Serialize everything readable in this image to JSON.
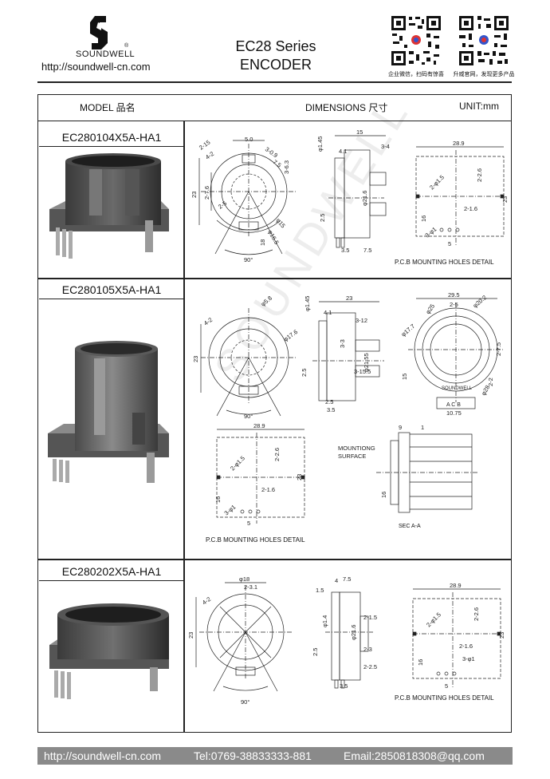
{
  "header": {
    "brand": "SOUNDWELL",
    "brand_reg": "®",
    "website": "http://soundwell-cn.com",
    "series": "EC28 Series",
    "product": "ENCODER",
    "qr1_caption": "企业微信，扫码有惊喜",
    "qr2_caption": "升威官网，发现更多产品"
  },
  "table_header": {
    "model": "MODEL 品名",
    "dimensions": "DIMENSIONS 尺寸",
    "unit": "UNIT:mm"
  },
  "watermark": "SOUNDWELL",
  "rows": [
    {
      "model": "EC280104X5A-HA1",
      "pcb_caption": "P.C.B MOUNTING HOLES DETAIL",
      "dims": {
        "d1": "5.0",
        "d2": "2-15",
        "d3": "4-2",
        "d4": "3-0.9",
        "d5": "7.5",
        "d6": "3-6.3",
        "d7": "23",
        "d8": "2-7.6",
        "d9": "2-5",
        "d10": "φ15",
        "d11": "φ16.5",
        "d12": "18",
        "d13": "90°",
        "s1": "φ1.45",
        "s2": "4.1",
        "s3": "15",
        "s4": "3-4",
        "s5": "2.5",
        "s6": "φ21.6",
        "s7": "3.5",
        "s8": "7.5",
        "p1": "28.9",
        "p2": "2-φ1.5",
        "p3": "2-2.6",
        "p4": "23",
        "p5": "2-1.6",
        "p6": "16",
        "p7": "3-φ1",
        "p8": "5"
      }
    },
    {
      "model": "EC280105X5A-HA1",
      "pcb_caption": "P.C.B MOUNTING HOLES DETAIL",
      "sec_caption": "SEC A-A",
      "mounting_label_1": "MOUNTIONG",
      "mounting_label_2": "SURFACE",
      "brand_mark": "SOUNDWELL",
      "pins": "A C B",
      "dims": {
        "d1": "φ5.8",
        "d2": "4-2",
        "d3": "φ17.6",
        "d4": "23",
        "d5": "90°",
        "s1": "φ1.45",
        "s2": "4.1",
        "s3": "23",
        "s4": "3-12",
        "s5": "3-3",
        "s6": "φ21.55",
        "s7": "3-15.5",
        "s8": "2.5",
        "s9": "2.5",
        "s10": "3.5",
        "f1": "29.5",
        "f2": "2-5",
        "f3": "φ25",
        "f4": "φ20.2",
        "f5": "φ17.7",
        "f6": "2-7.5",
        "f7": "2-2",
        "f8": "15",
        "f9": "φ28",
        "f10": "10.75",
        "p1": "28.9",
        "p2": "2-φ1.5",
        "p3": "2-2.6",
        "p4": "23",
        "p5": "2-1.6",
        "p6": "16",
        "p7": "3-φ1",
        "p8": "5",
        "a1": "9",
        "a2": "1",
        "a3": "16"
      }
    },
    {
      "model": "EC280202X5A-HA1",
      "pcb_caption": "P.C.B MOUNTING HOLES DETAIL",
      "dims": {
        "d1": "φ18",
        "d2": "2-3.1",
        "d3": "4-2",
        "d4": "23",
        "d5": "90°",
        "s1": "1.5",
        "s2": "4",
        "s3": "7.5",
        "s4": "φ1.4",
        "s5": "2-1.5",
        "s6": "φ21.6",
        "s7": "2.5",
        "s8": "2-3",
        "s9": "2-2.5",
        "s10": "3.5",
        "p1": "28.9",
        "p2": "2-φ1.5",
        "p3": "2-2.6",
        "p4": "23",
        "p5": "2-1.6",
        "p6": "16",
        "p7": "3-φ1",
        "p8": "5"
      }
    }
  ],
  "footer": {
    "website": "http://soundwell-cn.com",
    "tel": "Tel:0769-38833333-881",
    "email": "Email:2850818308@qq.com"
  }
}
